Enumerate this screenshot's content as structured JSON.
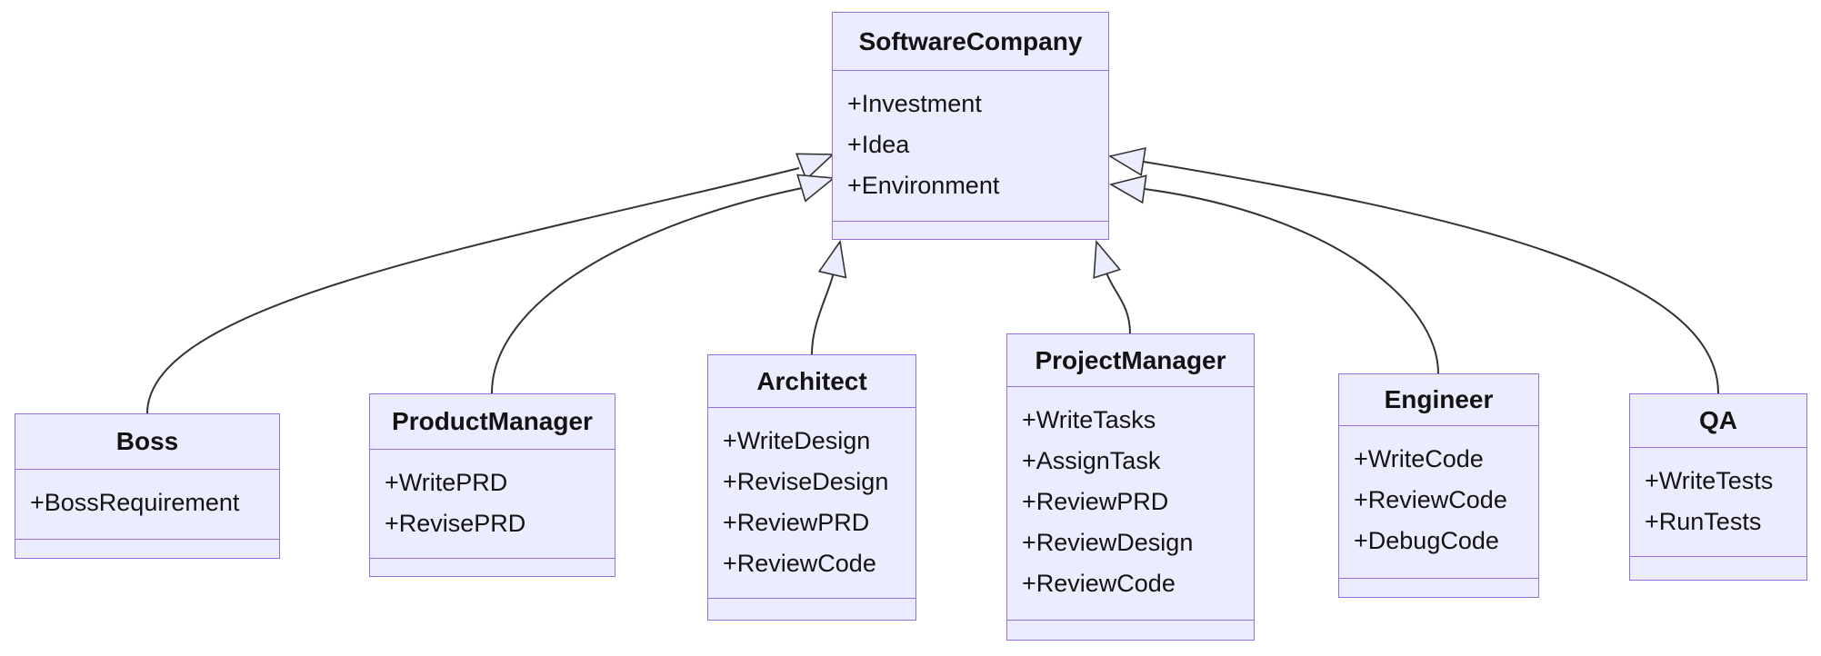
{
  "diagram": {
    "kind": "uml-class-diagram",
    "classes": [
      {
        "name": "SoftwareCompany",
        "members": [
          "+Investment",
          "+Idea",
          "+Environment"
        ]
      },
      {
        "name": "Boss",
        "members": [
          "+BossRequirement"
        ]
      },
      {
        "name": "ProductManager",
        "members": [
          "+WritePRD",
          "+RevisePRD"
        ]
      },
      {
        "name": "Architect",
        "members": [
          "+WriteDesign",
          "+ReviseDesign",
          "+ReviewPRD",
          "+ReviewCode"
        ]
      },
      {
        "name": "ProjectManager",
        "members": [
          "+WriteTasks",
          "+AssignTask",
          "+ReviewPRD",
          "+ReviewDesign",
          "+ReviewCode"
        ]
      },
      {
        "name": "Engineer",
        "members": [
          "+WriteCode",
          "+ReviewCode",
          "+DebugCode"
        ]
      },
      {
        "name": "QA",
        "members": [
          "+WriteTests",
          "+RunTests"
        ]
      }
    ],
    "relations": [
      {
        "from": "Boss",
        "to": "SoftwareCompany",
        "type": "inheritance"
      },
      {
        "from": "ProductManager",
        "to": "SoftwareCompany",
        "type": "inheritance"
      },
      {
        "from": "Architect",
        "to": "SoftwareCompany",
        "type": "inheritance"
      },
      {
        "from": "ProjectManager",
        "to": "SoftwareCompany",
        "type": "inheritance"
      },
      {
        "from": "Engineer",
        "to": "SoftwareCompany",
        "type": "inheritance"
      },
      {
        "from": "QA",
        "to": "SoftwareCompany",
        "type": "inheritance"
      }
    ],
    "colors": {
      "node_fill": "#ECECFF",
      "node_border": "#9370DB",
      "edge": "#333333",
      "text": "#131313",
      "background": "#ffffff"
    }
  }
}
